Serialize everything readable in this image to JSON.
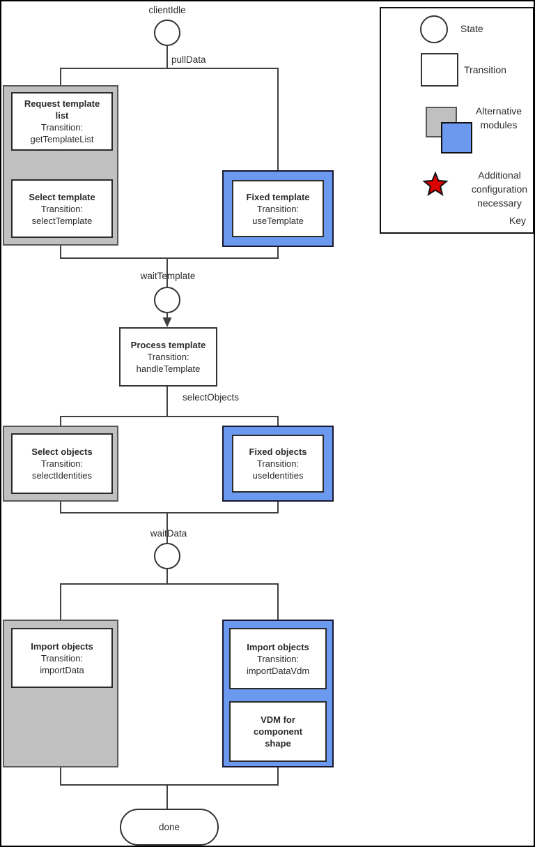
{
  "diagram": {
    "states": {
      "clientIdle": "clientIdle",
      "waitTemplate": "waitTemplate",
      "waitData": "waitData",
      "done": "done"
    },
    "edges": {
      "pullData": "pullData",
      "selectObjects": "selectObjects"
    },
    "transition_prefix": "Transition:",
    "modules": {
      "requestTemplateList": {
        "title": "Request template list",
        "transition": "getTemplateList",
        "variant": "gray"
      },
      "selectTemplate": {
        "title": "Select template",
        "transition": "selectTemplate",
        "variant": "gray"
      },
      "fixedTemplate": {
        "title": "Fixed template",
        "transition": "useTemplate",
        "variant": "blue"
      },
      "processTemplate": {
        "title": "Process template",
        "transition": "handleTemplate",
        "variant": "plain"
      },
      "selectObjects": {
        "title": "Select objects",
        "transition": "selectIdentities",
        "variant": "gray"
      },
      "fixedObjects": {
        "title": "Fixed objects",
        "transition": "useIdentities",
        "variant": "blue"
      },
      "importObjects": {
        "title": "Import objects",
        "transition": "importData",
        "variant": "gray"
      },
      "importObjectsVdm": {
        "title": "Import objects",
        "transition": "importDataVdm",
        "variant": "blue"
      },
      "vdmComponentShape": {
        "title": "VDM for component shape",
        "variant": "blue"
      }
    }
  },
  "key": {
    "title": "Key",
    "items": [
      {
        "icon": "state-circle",
        "label": "State"
      },
      {
        "icon": "transition-rect",
        "label": "Transition"
      },
      {
        "icon": "alternative-squares",
        "label": "Alternative modules"
      },
      {
        "icon": "red-star",
        "label": "Additional configuration necessary"
      }
    ]
  },
  "colors": {
    "module_gray": "#c0c0c0",
    "module_blue": "#6a99ef",
    "star_red": "#dd0000",
    "line_dark": "#404040"
  }
}
